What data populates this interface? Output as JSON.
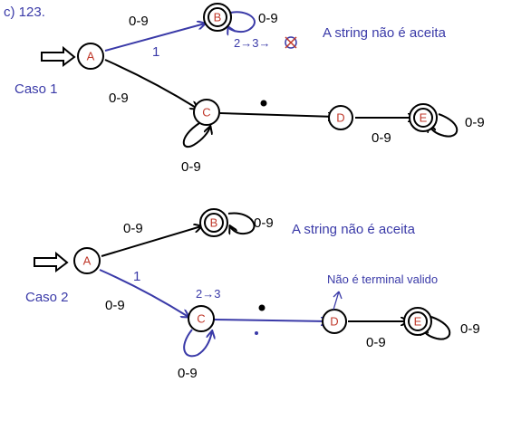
{
  "heading": "c) 123.",
  "case1": {
    "label": "Caso 1",
    "states": {
      "A": "A",
      "B": "B",
      "C": "C",
      "D": "D",
      "E": "E"
    },
    "edges": {
      "a_to_b_top": "0-9",
      "a_to_b_blue": "1",
      "b_loop": "0-9",
      "a_to_c": "0-9",
      "c_loop": "0-9",
      "d_to_e": "0-9",
      "e_loop": "0-9"
    },
    "trace": "2→3→",
    "note": "A string não é aceita"
  },
  "case2": {
    "label": "Caso 2",
    "states": {
      "A": "A",
      "B": "B",
      "C": "C",
      "D": "D",
      "E": "E"
    },
    "edges": {
      "a_to_b": "0-9",
      "b_loop": "0-9",
      "a_to_c_blue": "1",
      "a_to_c_black": "0-9",
      "c_loop": "0-9",
      "d_to_e": "0-9",
      "e_loop": "0-9"
    },
    "trace": "2→3",
    "note": "A string não é aceita",
    "terminal_note": "Não é terminal valido"
  },
  "colors": {
    "ink": "#000000",
    "trace_blue": "#3a3aa8",
    "state_letter": "#c0392b"
  }
}
